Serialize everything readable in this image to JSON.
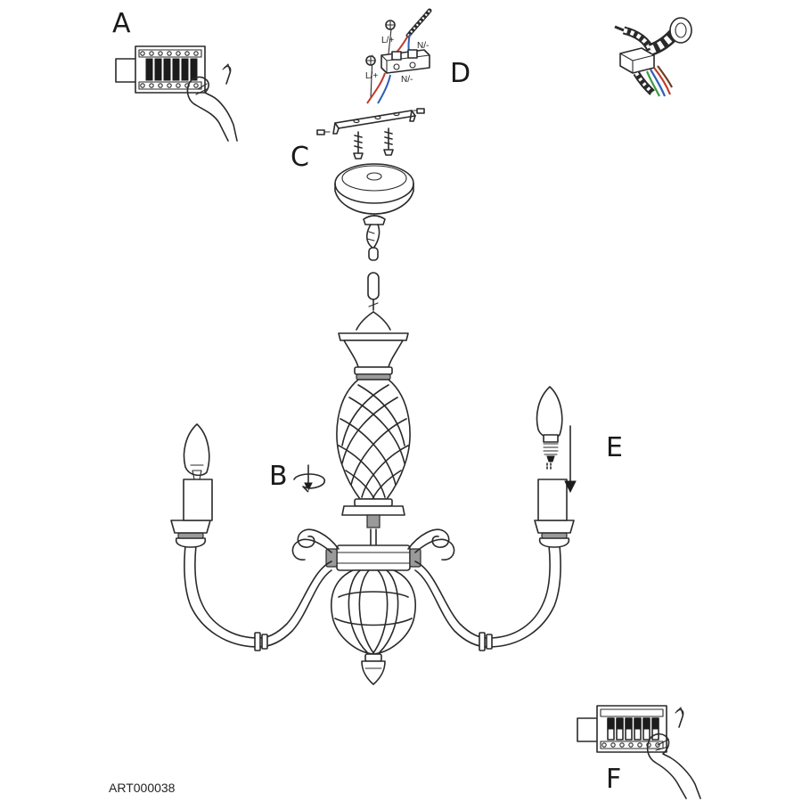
{
  "steps": {
    "a": "A",
    "b": "B",
    "c": "C",
    "d": "D",
    "e": "E",
    "f": "F"
  },
  "wiring": {
    "live_top": "L/+",
    "neutral_top": "N/-",
    "live_bottom": "L/+",
    "neutral_bottom": "N/-"
  },
  "article_number": "ART000038",
  "colors": {
    "line": "#2a2a2a",
    "wire_red": "#c0392b",
    "wire_blue": "#2e5fb8",
    "wire_brown": "#6b3e1f",
    "wire_green": "#3a9a3a"
  }
}
